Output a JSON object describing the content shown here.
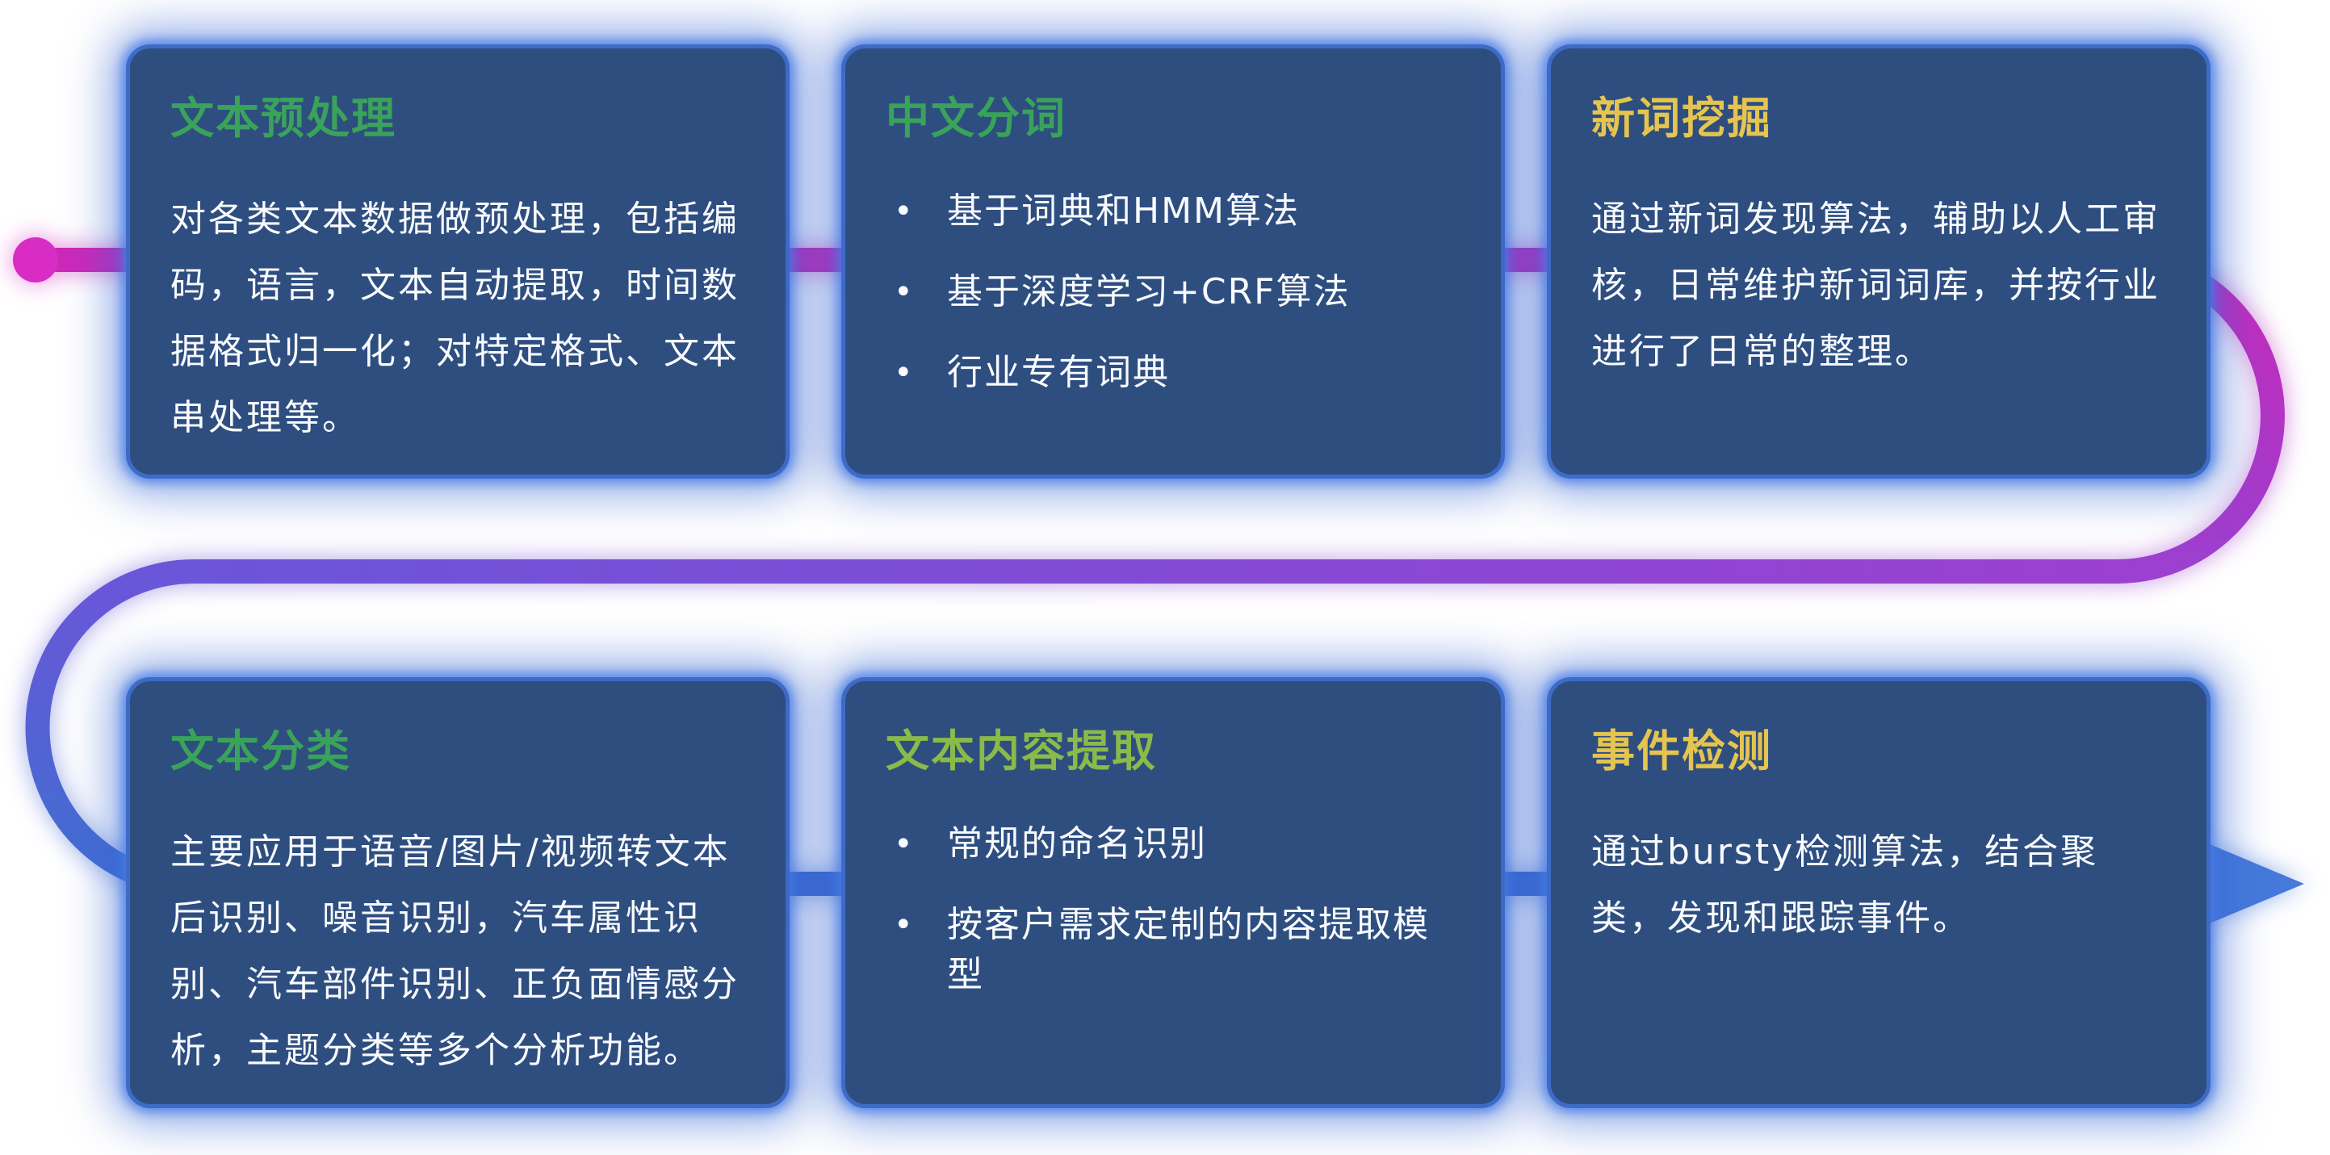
{
  "diagram": {
    "bullet_char": "•",
    "flow": {
      "start_dot_color": "#d92cc4",
      "row1_color": "#cb29b8",
      "right_turn_top_color": "#cb29b8",
      "right_turn_bottom_color": "#9b40d0",
      "mid_right_color": "#9b40d0",
      "mid_left_color": "#6b55d8",
      "left_turn_top_color": "#6b55d8",
      "left_turn_bottom_color": "#3f6fd1",
      "row2_color": "#3e6ccf",
      "arrow_color": "#4579da"
    },
    "cards": [
      {
        "title": "文本预处理",
        "title_color": "#3aa35a",
        "body": "对各类文本数据做预处理，包括编码，语言，文本自动提取，时间数据格式归一化；对特定格式、文本串处理等。"
      },
      {
        "title": "中文分词",
        "title_color": "#3aa35a",
        "bullets": [
          "基于词典和HMM算法",
          "基于深度学习+CRF算法",
          "行业专有词典"
        ]
      },
      {
        "title": "新词挖掘",
        "title_color": "#e5c44f",
        "body": "通过新词发现算法，辅助以人工审核，日常维护新词词库，并按行业进行了日常的整理。"
      },
      {
        "title": "文本分类",
        "title_color": "#3aa35a",
        "body": "主要应用于语音/图片/视频转文本后识别、噪音识别，汽车属性识别、汽车部件识别、正负面情感分析，主题分类等多个分析功能。"
      },
      {
        "title": "文本内容提取",
        "title_color": "#8aba4a",
        "bullets": [
          "常规的命名识别",
          "按客户需求定制的内容提取模型"
        ]
      },
      {
        "title": "事件检测",
        "title_color": "#e5c44f",
        "body": "通过bursty检测算法，结合聚类，发现和跟踪事件。"
      }
    ]
  }
}
